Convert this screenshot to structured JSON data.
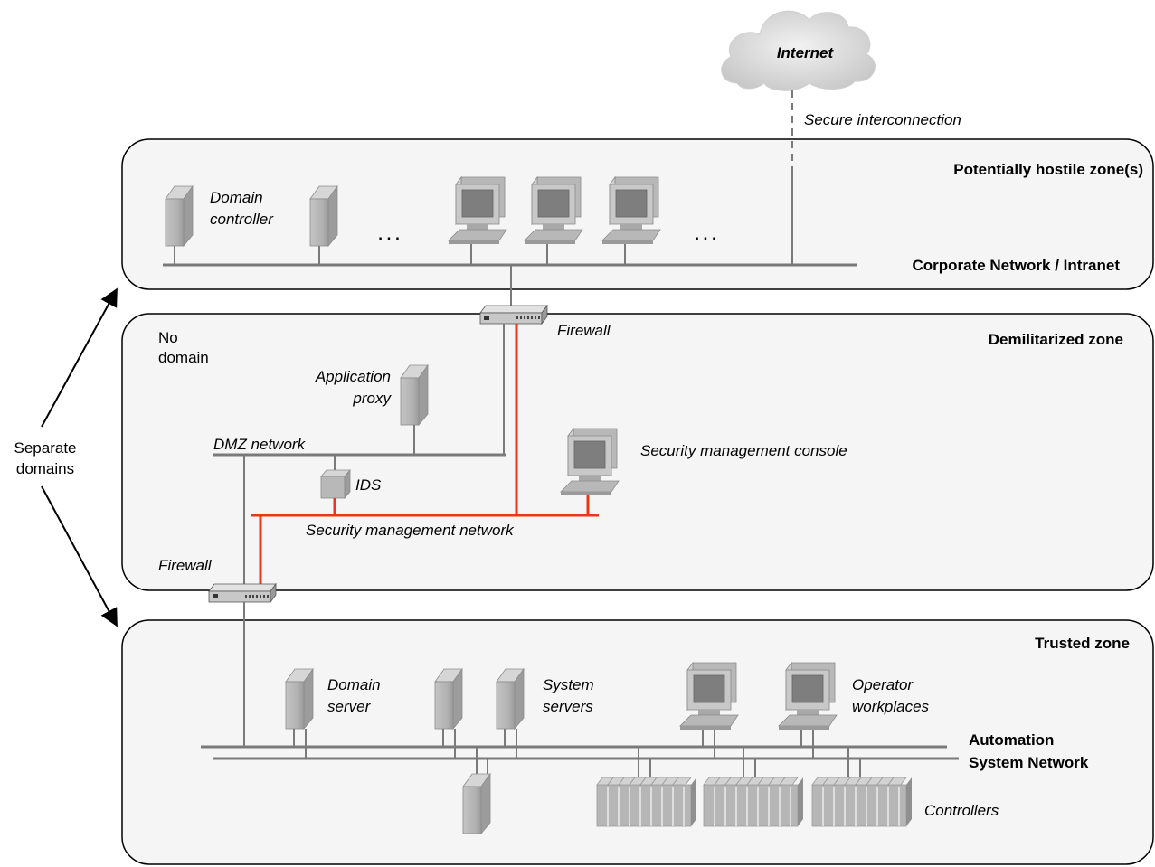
{
  "colors": {
    "zone_fill": "#f5f5f5",
    "network_line": "#7a7a7a",
    "security_network_line": "#e8371b",
    "device_gray": "#b8b8b8"
  },
  "side": {
    "line1": "Separate",
    "line2": "domains"
  },
  "internet": {
    "label": "Internet",
    "link_label": "Secure interconnection",
    "icon": "cloud-icon"
  },
  "zones": {
    "hostile": {
      "title": "Potentially hostile zone(s)",
      "network": "Corporate Network / Intranet",
      "domain_controller_line1": "Domain",
      "domain_controller_line2": "controller",
      "ellipsis_left": ". . .",
      "ellipsis_right": ". . ."
    },
    "dmz": {
      "title": "Demilitarized zone",
      "no_domain_line1": "No",
      "no_domain_line2": "domain",
      "app_proxy_line1": "Application",
      "app_proxy_line2": "proxy",
      "dmz_network": "DMZ network",
      "ids": "IDS",
      "security_console": "Security management console",
      "security_network": "Security management network"
    },
    "trusted": {
      "title": "Trusted zone",
      "domain_server_line1": "Domain",
      "domain_server_line2": "server",
      "system_servers_line1": "System",
      "system_servers_line2": "servers",
      "operator_line1": "Operator",
      "operator_line2": "workplaces",
      "network_line1": "Automation",
      "network_line2": "System Network",
      "controllers": "Controllers"
    }
  },
  "firewalls": {
    "upper": "Firewall",
    "lower": "Firewall"
  }
}
